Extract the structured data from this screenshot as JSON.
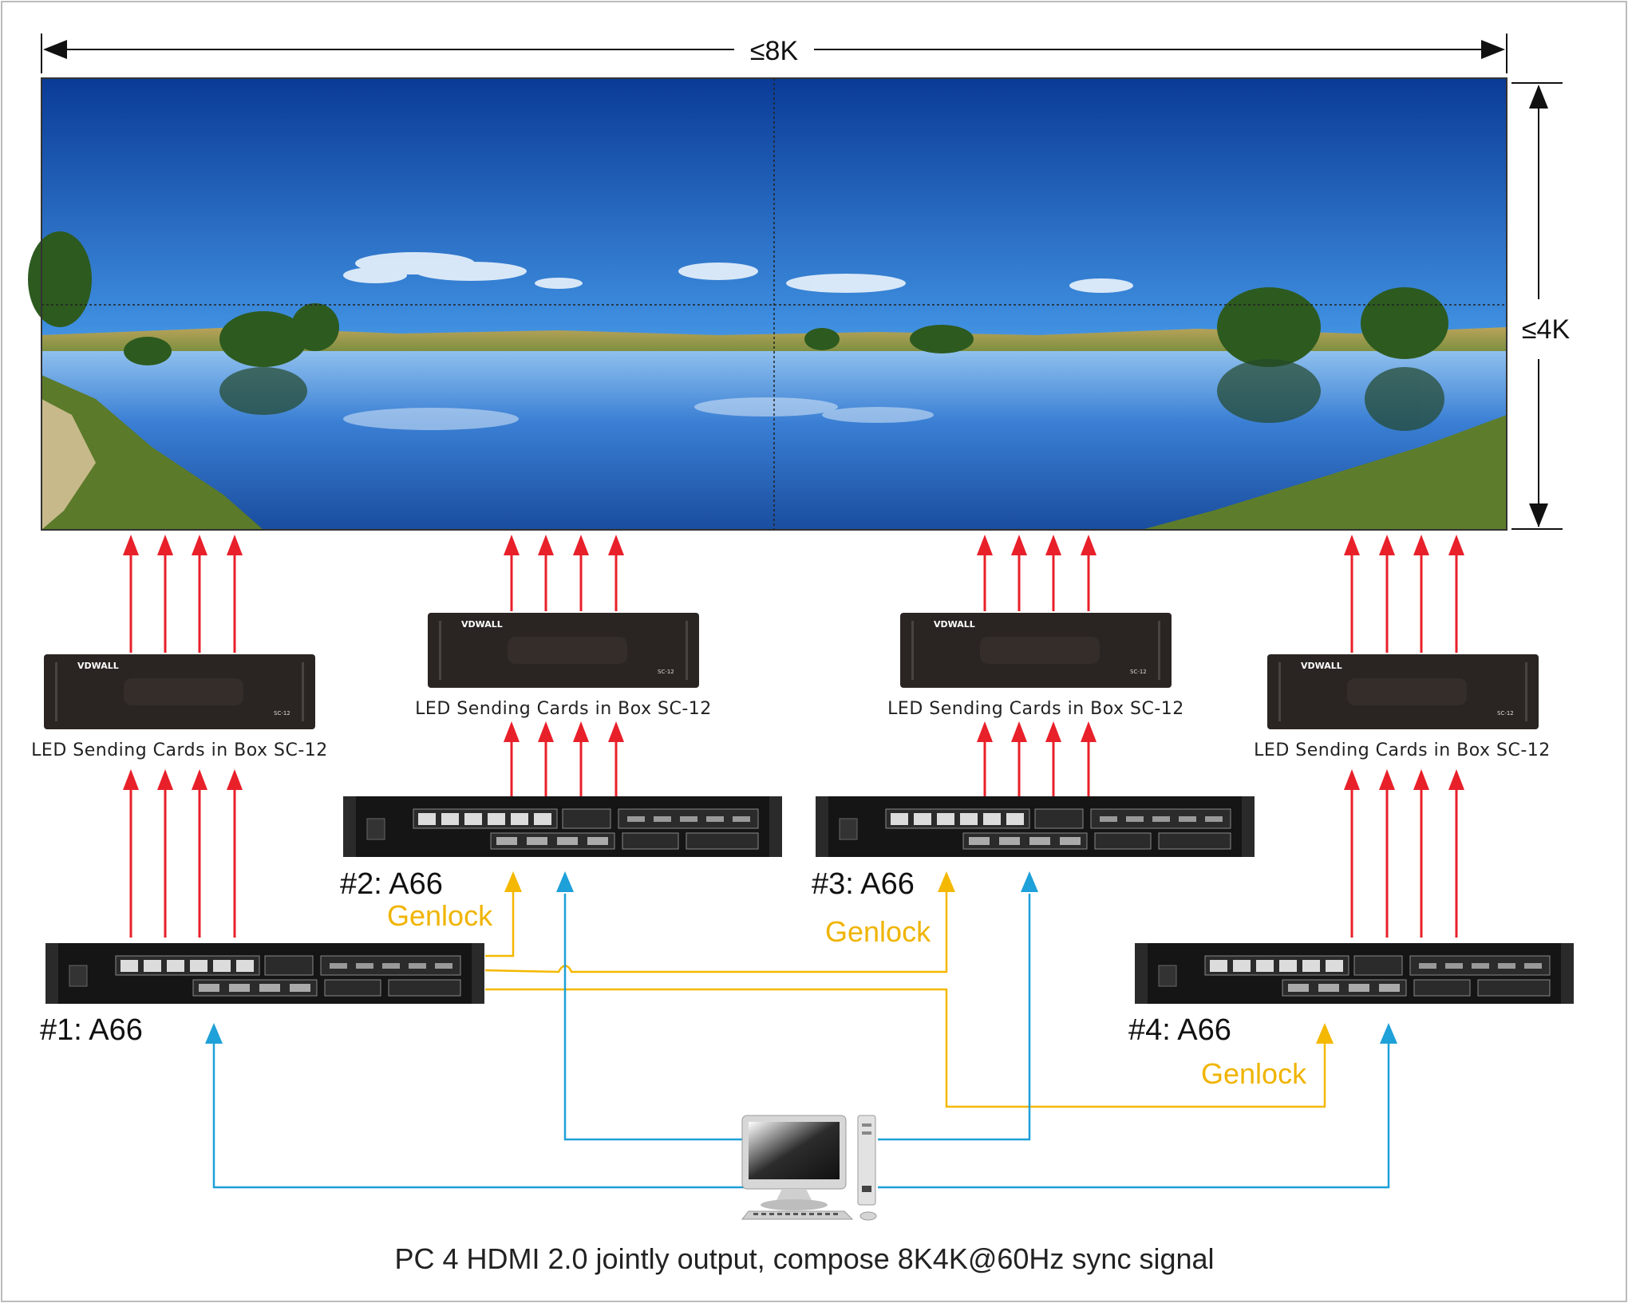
{
  "dims": {
    "width_label": "≤8K",
    "height_label": "≤4K"
  },
  "sending_box": {
    "brand": "VDWALL",
    "model": "SC-12"
  },
  "card_labels": [
    "LED Sending Cards in Box SC-12",
    "LED Sending Cards in Box SC-12",
    "LED Sending Cards in Box SC-12",
    "LED Sending Cards in Box SC-12"
  ],
  "units": [
    {
      "label": "#1: A66"
    },
    {
      "label": "#2: A66"
    },
    {
      "label": "#3: A66"
    },
    {
      "label": "#4: A66"
    }
  ],
  "genlock_labels": [
    "Genlock",
    "Genlock",
    "Genlock"
  ],
  "caption": "PC 4 HDMI 2.0 jointly output, compose 8K4K@60Hz sync signal",
  "colors": {
    "data_arrow": "#e8202a",
    "genlock": "#f5b800",
    "hdmi": "#1ea0d8",
    "device": "#1a1a1a",
    "sky_top": "#0b3f9e",
    "water": "#1f5fb8"
  }
}
